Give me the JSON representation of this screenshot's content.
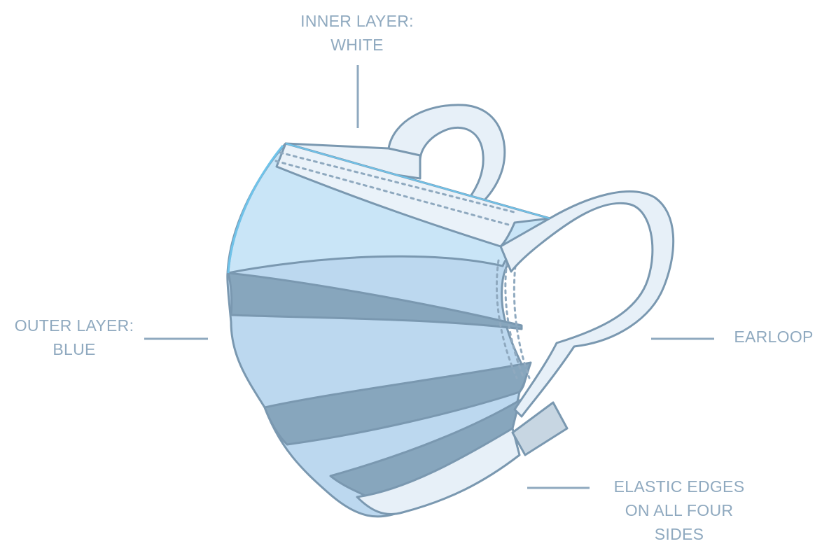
{
  "labels": {
    "inner_layer": {
      "line1": "INNER LAYER:",
      "line2": "WHITE"
    },
    "outer_layer": {
      "line1": "OUTER LAYER:",
      "line2": "BLUE"
    },
    "earloop": {
      "line1": "EARLOOP"
    },
    "elastic_edges": {
      "line1": "ELASTIC EDGES",
      "line2": "ON ALL FOUR",
      "line3": "SIDES"
    }
  },
  "colors": {
    "label_text": "#8fa9bf",
    "leader_line": "#8fa9bf",
    "outline": "#7a98b0",
    "mask_light_blue": "#bcd8ef",
    "mask_top_blue": "#c9e5f7",
    "pleat_dark_blue": "#87a6bd",
    "earloop_fill": "#e7f0f8",
    "nose_strip": "#eaf2f9",
    "edge_highlight": "#6fc3ea",
    "seal_grey": "#c7d6e2"
  },
  "icons": {
    "mask": "surgical-mask-illustration"
  }
}
